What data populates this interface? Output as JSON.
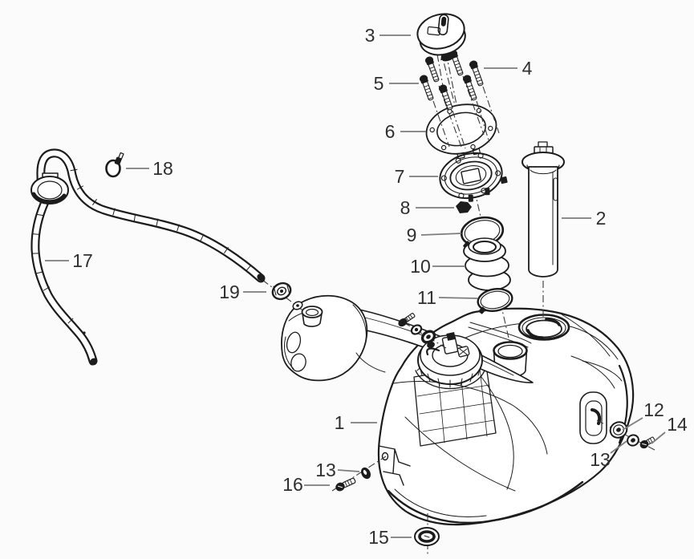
{
  "colors": {
    "background": "#fbfbfb",
    "line": "#1c1c1c",
    "leader": "#7d7d7d",
    "label": "#2f2f2f"
  },
  "callouts": [
    {
      "label": "1"
    },
    {
      "label": "2"
    },
    {
      "label": "3"
    },
    {
      "label": "4"
    },
    {
      "label": "5"
    },
    {
      "label": "6"
    },
    {
      "label": "7"
    },
    {
      "label": "8"
    },
    {
      "label": "9"
    },
    {
      "label": "10"
    },
    {
      "label": "11"
    },
    {
      "label": "12"
    },
    {
      "label": "13"
    },
    {
      "label": "14"
    },
    {
      "label": "13"
    },
    {
      "label": "16"
    },
    {
      "label": "15"
    },
    {
      "label": "17"
    },
    {
      "label": "18"
    },
    {
      "label": "19"
    }
  ]
}
